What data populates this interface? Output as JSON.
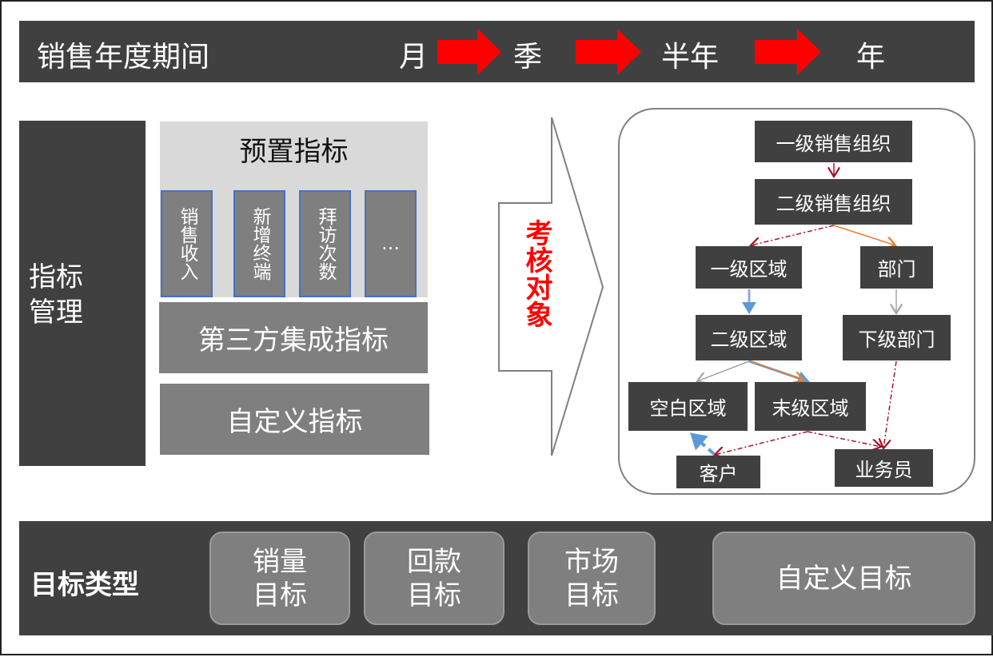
{
  "period": {
    "title": "销售年度期间",
    "steps": [
      "月",
      "季",
      "半年",
      "年"
    ]
  },
  "indicators": {
    "section_title": "指标管理",
    "preset": {
      "title": "预置指标",
      "items": [
        "销售收入",
        "新增终端",
        "拜访次数",
        "…"
      ]
    },
    "third_party": "第三方集成指标",
    "custom": "自定义指标"
  },
  "assessment_label": "考核对象",
  "org_chart": {
    "nodes": {
      "org1": "一级销售组织",
      "org2": "二级销售组织",
      "region1": "一级区域",
      "dept": "部门",
      "region2": "二级区域",
      "subdept": "下级部门",
      "blank_region": "空白区域",
      "last_region": "末级区域",
      "customer": "客户",
      "salesman": "业务员"
    },
    "colors": {
      "red": "#a5122a",
      "orange": "#ed7d31",
      "blue": "#5b9bd5",
      "gray": "#a6a6a6"
    }
  },
  "targets": {
    "title": "目标类型",
    "items": [
      "销量\n目标",
      "回款\n目标",
      "市场\n目标",
      "自定义目标"
    ]
  }
}
